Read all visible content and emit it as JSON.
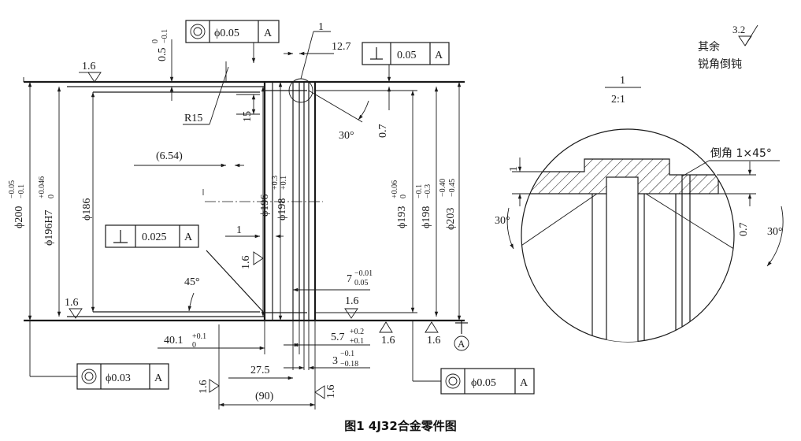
{
  "caption": "图1   4J32合金零件图",
  "roughness": {
    "default_value": "3.2",
    "default_note_line1": "其余",
    "default_note_line2": "锐角倒钝",
    "marks": [
      "1.6",
      "1.6",
      "1.6",
      "1.6",
      "1.6",
      "1.6",
      "1.6",
      "1.6"
    ]
  },
  "detail_view": {
    "id": "1",
    "scale": "2:1",
    "chamfer": "倒角 1×45°",
    "dim_1": "1",
    "dim_07": "0.7",
    "angle_left": "30°",
    "angle_right": "30°"
  },
  "datum": {
    "label": "A"
  },
  "fcf": {
    "top_left": {
      "symbol": "concentricity",
      "value": "ϕ0.05",
      "datum": "A"
    },
    "top_right": {
      "symbol": "perpendicularity",
      "value": "0.05",
      "datum": "A"
    },
    "mid_left": {
      "symbol": "perpendicularity",
      "value": "0.025",
      "datum": "A"
    },
    "bottom_left": {
      "symbol": "concentricity",
      "value": "ϕ0.03",
      "datum": "A"
    },
    "bottom_right": {
      "symbol": "concentricity",
      "value": "ϕ0.05",
      "datum": "A"
    }
  },
  "dimensions": {
    "d200": "ϕ200",
    "d200_tol_up": "−0.05",
    "d200_tol_low": "−0.1",
    "d196h7": "ϕ196H7",
    "d196h7_tol_up": "+0.046",
    "d196h7_tol_low": "0",
    "d186": "ϕ186",
    "d196": "ϕ196",
    "d198a": "ϕ198",
    "d198a_tol_up": "+0.3",
    "d198a_tol_low": "+0.1",
    "d193": "ϕ193",
    "d193_tol_up": "+0.06",
    "d193_tol_low": "0",
    "d198b": "ϕ198",
    "d198b_tol_up": "−0.1",
    "d198b_tol_low": "−0.3",
    "d203": "ϕ203",
    "d203_tol_up": "−0.40",
    "d203_tol_low": "−0.45",
    "t05": "0.5",
    "t05_tol_up": "0",
    "t05_tol_low": "−0.1",
    "r15": "R15",
    "d15": "15",
    "d654": "(6.54)",
    "d127": "12.7",
    "a30": "30°",
    "d07": "0.7",
    "d1": "1",
    "a45": "45°",
    "d7": "7",
    "d7_tol_up": "−0.01",
    "d7_tol_low": "0.05",
    "d401": "40.1",
    "d401_tol_up": "+0.1",
    "d401_tol_low": "0",
    "d57": "5.7",
    "d57_tol_up": "+0.2",
    "d57_tol_low": "+0.1",
    "d275": "27.5",
    "d3": "3",
    "d3_tol_up": "−0.1",
    "d3_tol_low": "−0.18",
    "d90": "(90)",
    "detail_ref": "1"
  }
}
